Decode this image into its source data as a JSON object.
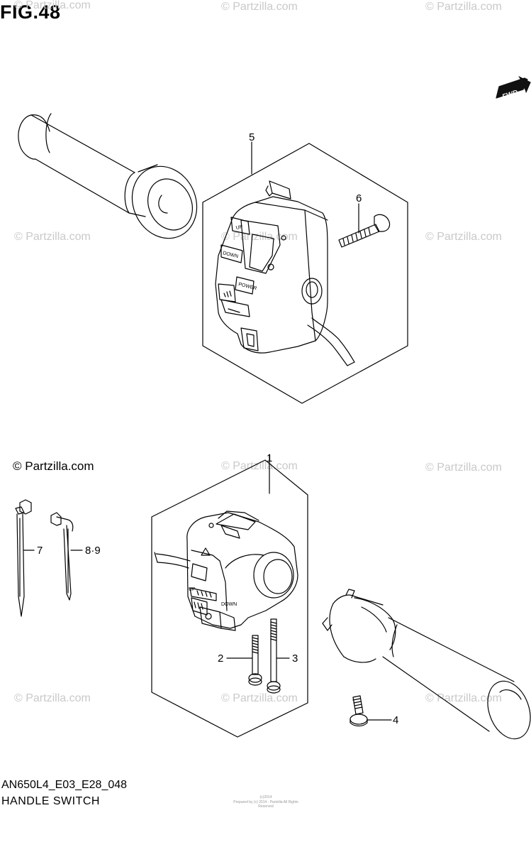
{
  "header": {
    "fig": "FIG.48"
  },
  "footer": {
    "code": "AN650L4_E03_E28_048",
    "name": "HANDLE SWITCH",
    "tiny1": "(c)2014",
    "tiny2": "Prepared by (c) 2014 - Partzilla All Rights Reserved"
  },
  "watermark": {
    "text": "© Partzilla.com"
  },
  "copyright": "© Partzilla.com",
  "fwd_label": "FWD",
  "callouts": {
    "p1": "1",
    "p2": "2",
    "p3": "3",
    "p4": "4",
    "p5": "5",
    "p6": "6",
    "p7": "7",
    "p89": "8·9"
  },
  "switch_labels": {
    "up": "UP",
    "down": "DOWN",
    "power": "POWER",
    "up2": "UP",
    "down2": "DOWN"
  }
}
